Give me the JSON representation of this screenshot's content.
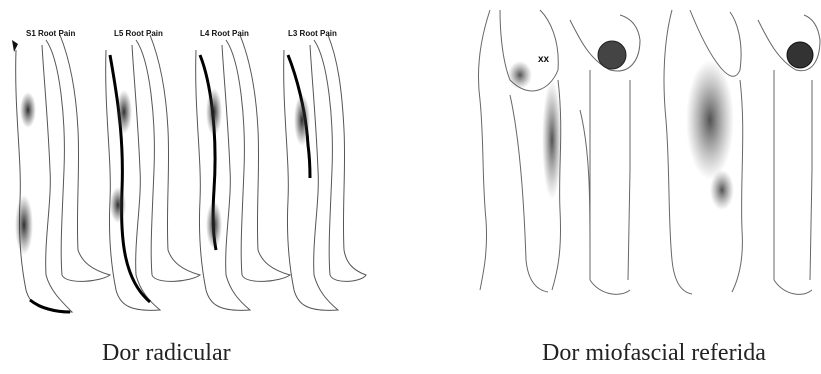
{
  "left_figure": {
    "labels": [
      "S1 Root Pain",
      "L5 Root Pain",
      "L4 Root Pain",
      "L3 Root Pain"
    ]
  },
  "captions": {
    "left": "Dor radicular",
    "right": "Dor miofascial referida"
  },
  "colors": {
    "outline": "#555555",
    "shade": "#3a3a3a",
    "nerve": "#000000"
  }
}
